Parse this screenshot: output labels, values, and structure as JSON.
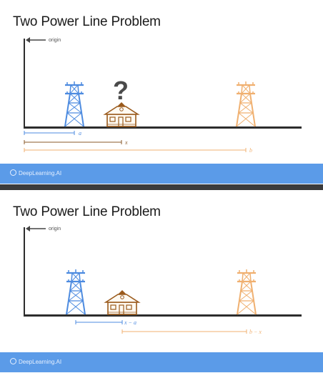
{
  "slides": [
    {
      "title": "Two Power Line Problem",
      "origin_label": "origin",
      "question_mark": "?",
      "measures": {
        "a": "a",
        "x": "x",
        "b": "b"
      },
      "footer": "DeepLearning.AI"
    },
    {
      "title": "Two Power Line Problem",
      "origin_label": "origin",
      "measures": {
        "x_minus_a": "x − a",
        "b_minus_x": "b − x"
      },
      "footer": "DeepLearning.AI"
    }
  ],
  "colors": {
    "blue": "#4d8be0",
    "orange": "#f0b070",
    "house": "#9a5a1c",
    "brown": "#8a5a2a",
    "ground": "#2d2d2d",
    "footer": "#5b9be8"
  },
  "icons": [
    "origin-arrow-icon",
    "power-tower-icon",
    "house-icon",
    "question-mark-icon",
    "deeplearning-logo-icon"
  ]
}
